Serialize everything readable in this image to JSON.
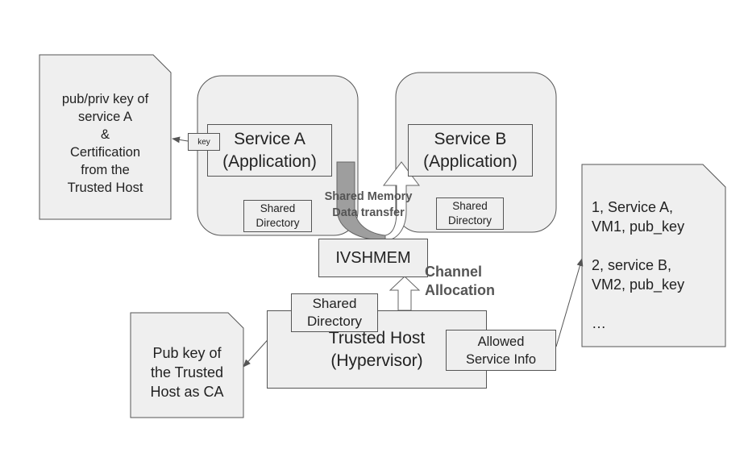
{
  "nodes": {
    "note_service_a_key": "pub/priv key of\nservice A\n&\nCertification\nfrom the\nTrusted Host",
    "note_trusted_pubkey": "Pub key of\nthe Trusted\nHost as CA",
    "note_service_list": "1, Service A,\nVM1, pub_key\n\n2, service B,\nVM2, pub_key\n\n…",
    "service_a": "Service A\n(Application)",
    "service_b": "Service B\n(Application)",
    "key_tag": "key",
    "shared_dir_a": "Shared\nDirectory",
    "shared_dir_b": "Shared\nDirectory",
    "shared_dir_host": "Shared\nDirectory",
    "ivshmem": "IVSHMEM",
    "trusted_host": "Trusted Host\n(Hypervisor)",
    "allowed_info": "Allowed\nService Info"
  },
  "labels": {
    "shared_memory": "Shared Memory\nData transfer",
    "channel_allocation": "Channel\nAllocation"
  },
  "colors": {
    "box_fill": "#efefef",
    "border": "#555555",
    "arrow_gray": "#9e9e9e",
    "label_gray": "#555555"
  }
}
